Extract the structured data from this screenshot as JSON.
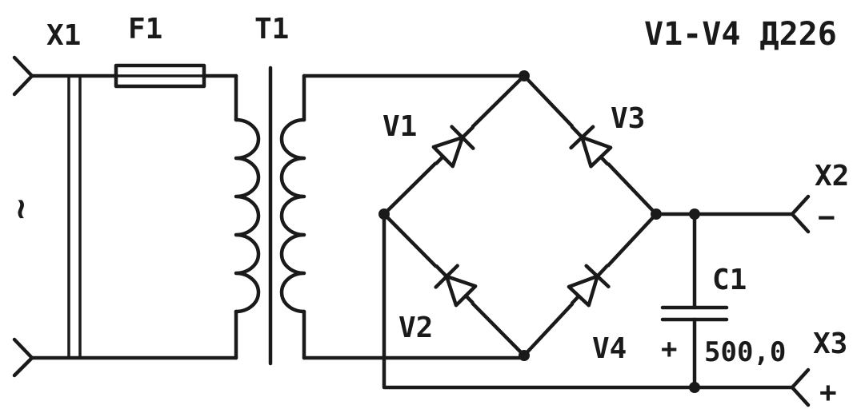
{
  "title": "V1-V4 Д226",
  "components": {
    "x1": "X1",
    "f1": "F1",
    "t1": "T1",
    "v1": "V1",
    "v2": "V2",
    "v3": "V3",
    "v4": "V4",
    "c1": "C1",
    "c1_value": "500,0",
    "c1_polarity": "+",
    "x2": "X2",
    "x2_polarity": "−",
    "x3": "X3",
    "x3_polarity": "+",
    "ac_symbol": "~"
  },
  "colors": {
    "ink": "#1a1a1a",
    "paper": "#ffffff"
  }
}
